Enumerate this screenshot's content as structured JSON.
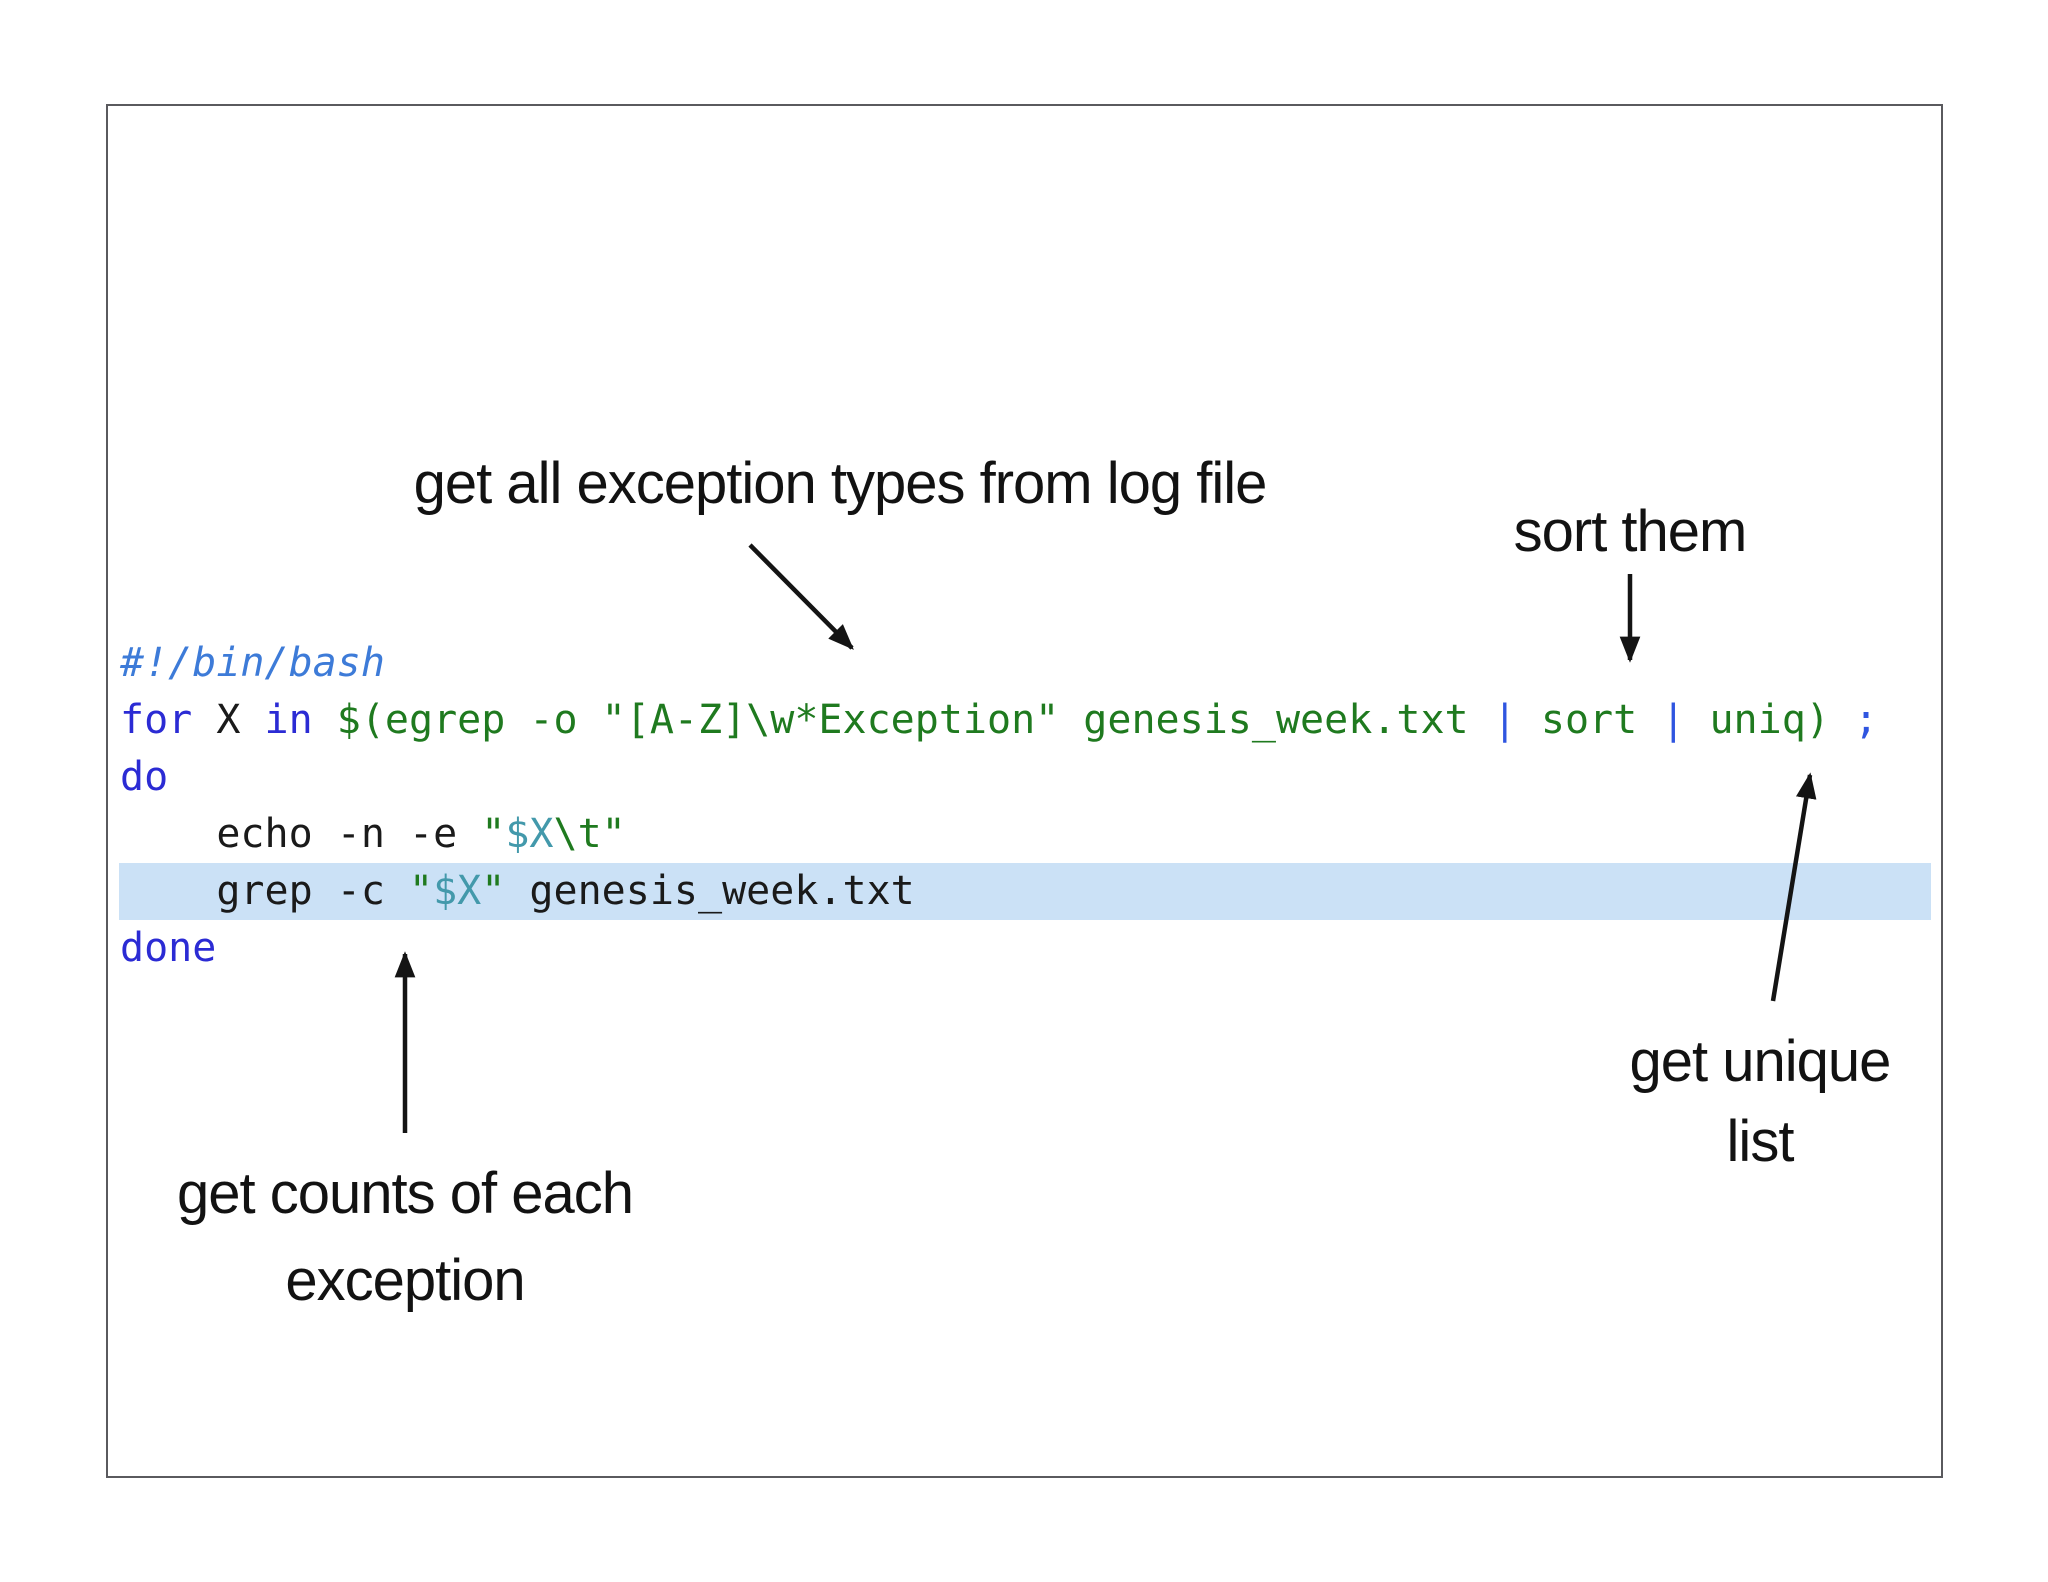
{
  "slide": {
    "annotations": {
      "log_file": "get all exception types from log file",
      "sort": "sort them",
      "counts_line1": "get counts of each",
      "counts_line2": "exception",
      "unique_line1": "get unique",
      "unique_line2": "list"
    },
    "code": {
      "lines": [
        {
          "name": "shebang-line",
          "tokens": [
            {
              "c": "shebang",
              "t": "#!/bin/bash"
            }
          ]
        },
        {
          "name": "for-line",
          "tokens": [
            {
              "c": "kw",
              "t": "for"
            },
            {
              "c": "pl",
              "t": " X "
            },
            {
              "c": "kw",
              "t": "in"
            },
            {
              "c": "pl",
              "t": " "
            },
            {
              "c": "gr",
              "t": "$(egrep -o \"[A-Z]\\w*Exception\" genesis_week.txt "
            },
            {
              "c": "op",
              "t": "|"
            },
            {
              "c": "gr",
              "t": " sort "
            },
            {
              "c": "op",
              "t": "|"
            },
            {
              "c": "gr",
              "t": " uniq)"
            },
            {
              "c": "op",
              "t": " ;"
            }
          ]
        },
        {
          "name": "do-line",
          "tokens": [
            {
              "c": "kw",
              "t": "do"
            }
          ]
        },
        {
          "name": "echo-line",
          "tokens": [
            {
              "c": "pl",
              "t": "    echo -n -e "
            },
            {
              "c": "gr",
              "t": "\""
            },
            {
              "c": "var",
              "t": "$X"
            },
            {
              "c": "gr",
              "t": "\\t\""
            }
          ]
        },
        {
          "name": "grep-line",
          "tokens": [
            {
              "c": "pl",
              "t": "    grep -c "
            },
            {
              "c": "gr",
              "t": "\""
            },
            {
              "c": "var",
              "t": "$X"
            },
            {
              "c": "gr",
              "t": "\""
            },
            {
              "c": "pl",
              "t": " genesis_week.txt"
            }
          ]
        },
        {
          "name": "done-line",
          "tokens": [
            {
              "c": "kw",
              "t": "done"
            }
          ]
        }
      ]
    },
    "colors": {
      "keyword_blue": "#2b2bd4",
      "shebang_blue": "#3d7bd8",
      "string_green": "#1f7a1f",
      "variable_teal": "#4399ab",
      "operator_blue": "#2f55e0",
      "plain_text": "#1a1a1a",
      "highlight_band": "#cbe1f6",
      "annotation_text": "#121212",
      "frame_border": "#5a5a5e",
      "arrow_black": "#141414"
    }
  }
}
